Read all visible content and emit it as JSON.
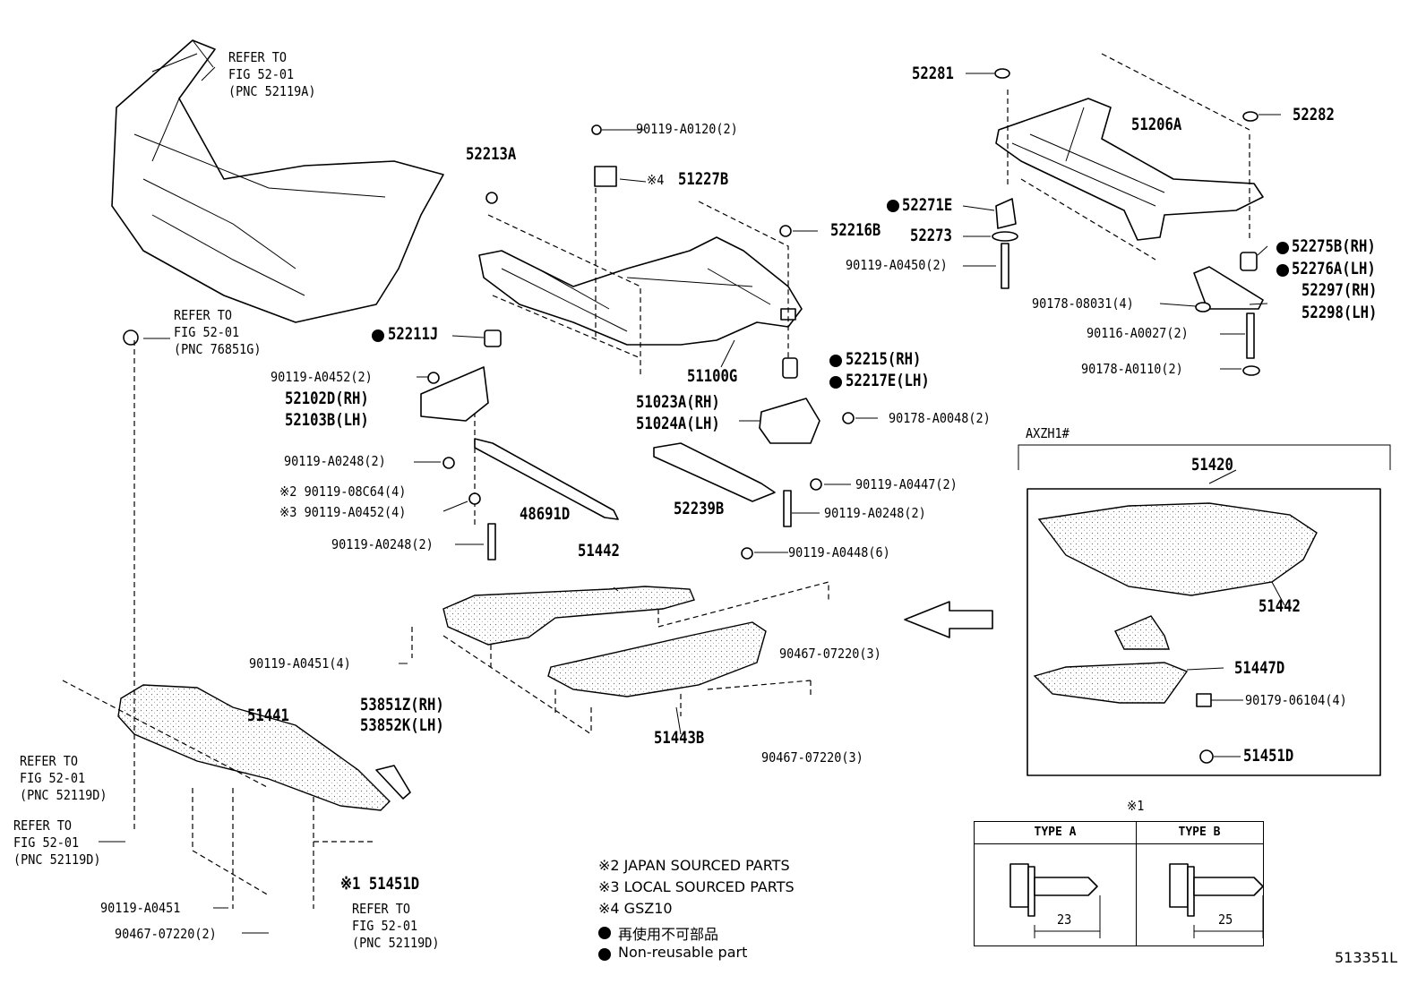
{
  "figure_id": "513351L",
  "refer_front_bumper": {
    "l1": "REFER TO",
    "l2": "FIG 52-01",
    "l3": "(PNC 52119A)"
  },
  "refer_retainer": {
    "l1": "REFER TO",
    "l2": "FIG 52-01",
    "l3": "(PNC 76851G)"
  },
  "refer_left_1": {
    "l1": "REFER TO",
    "l2": "FIG 52-01",
    "l3": "(PNC 52119D)"
  },
  "refer_left_2": {
    "l1": "REFER TO",
    "l2": "FIG 52-01",
    "l3": "(PNC 52119D)"
  },
  "refer_bottom": {
    "l1": "REFER TO",
    "l2": "FIG 52-01",
    "l3": "(PNC 52119D)"
  },
  "parts": {
    "p52281": "52281",
    "p51206A": "51206A",
    "p52282": "52282",
    "p52271E": "52271E",
    "p52273": "52273",
    "p90119_A0450": "90119-A0450(2)",
    "p52275B": "52275B(RH)",
    "p52276A": "52276A(LH)",
    "p90178_08031": "90178-08031(4)",
    "p52297": "52297(RH)",
    "p52298": "52298(LH)",
    "p90116_A0027": "90116-A0027(2)",
    "p90178_A0110": "90178-A0110(2)",
    "p90119_A0120": "90119-A0120(2)",
    "p51227B_mark": "※4",
    "p51227B": "51227B",
    "p52213A": "52213A",
    "p52216B": "52216B",
    "p52211J": "52211J",
    "p51100G": "51100G",
    "p90119_A0452_a": "90119-A0452(2)",
    "p52102D": "52102D(RH)",
    "p52103B": "52103B(LH)",
    "p52215": "52215(RH)",
    "p52217E": "52217E(LH)",
    "p51023A": "51023A(RH)",
    "p51024A": "51024A(LH)",
    "p90178_A0048": "90178-A0048(2)",
    "p90119_A0248_a": "90119-A0248(2)",
    "p90119_08C64": "※2 90119-08C64(4)",
    "p90119_A0452_b": "※3 90119-A0452(4)",
    "p48691D": "48691D",
    "p52239B": "52239B",
    "p90119_A0447": "90119-A0447(2)",
    "p90119_A0248_b": "90119-A0248(2)",
    "p90119_A0248_c": "90119-A0248(2)",
    "p90119_A0448": "90119-A0448(6)",
    "p51442": "51442",
    "p90467_a": "90467-07220(3)",
    "p90119_A0451_a": "90119-A0451(4)",
    "p51441": "51441",
    "p53851Z": "53851Z(RH)",
    "p53852K": "53852K(LH)",
    "p51443B": "51443B",
    "p90467_b": "90467-07220(3)",
    "p51451D_a": "※1 51451D",
    "p90119_A0451_b": "90119-A0451",
    "p90467_c": "90467-07220(2)"
  },
  "inset": {
    "model": "AXZH1#",
    "p51420": "51420",
    "p51442": "51442",
    "p51447D": "51447D",
    "p90179": "90179-06104(4)",
    "p51451D": "51451D"
  },
  "type_table": {
    "mark": "※1",
    "type_a": "TYPE A",
    "type_b": "TYPE B",
    "len_a": "23",
    "len_b": "25"
  },
  "legend": {
    "n2": "※2 JAPAN SOURCED PARTS",
    "n3": "※3 LOCAL SOURCED PARTS",
    "n4": "※4 GSZ10",
    "nonreuse_jp": "再使用不可部品",
    "nonreuse_en": "Non-reusable part"
  }
}
